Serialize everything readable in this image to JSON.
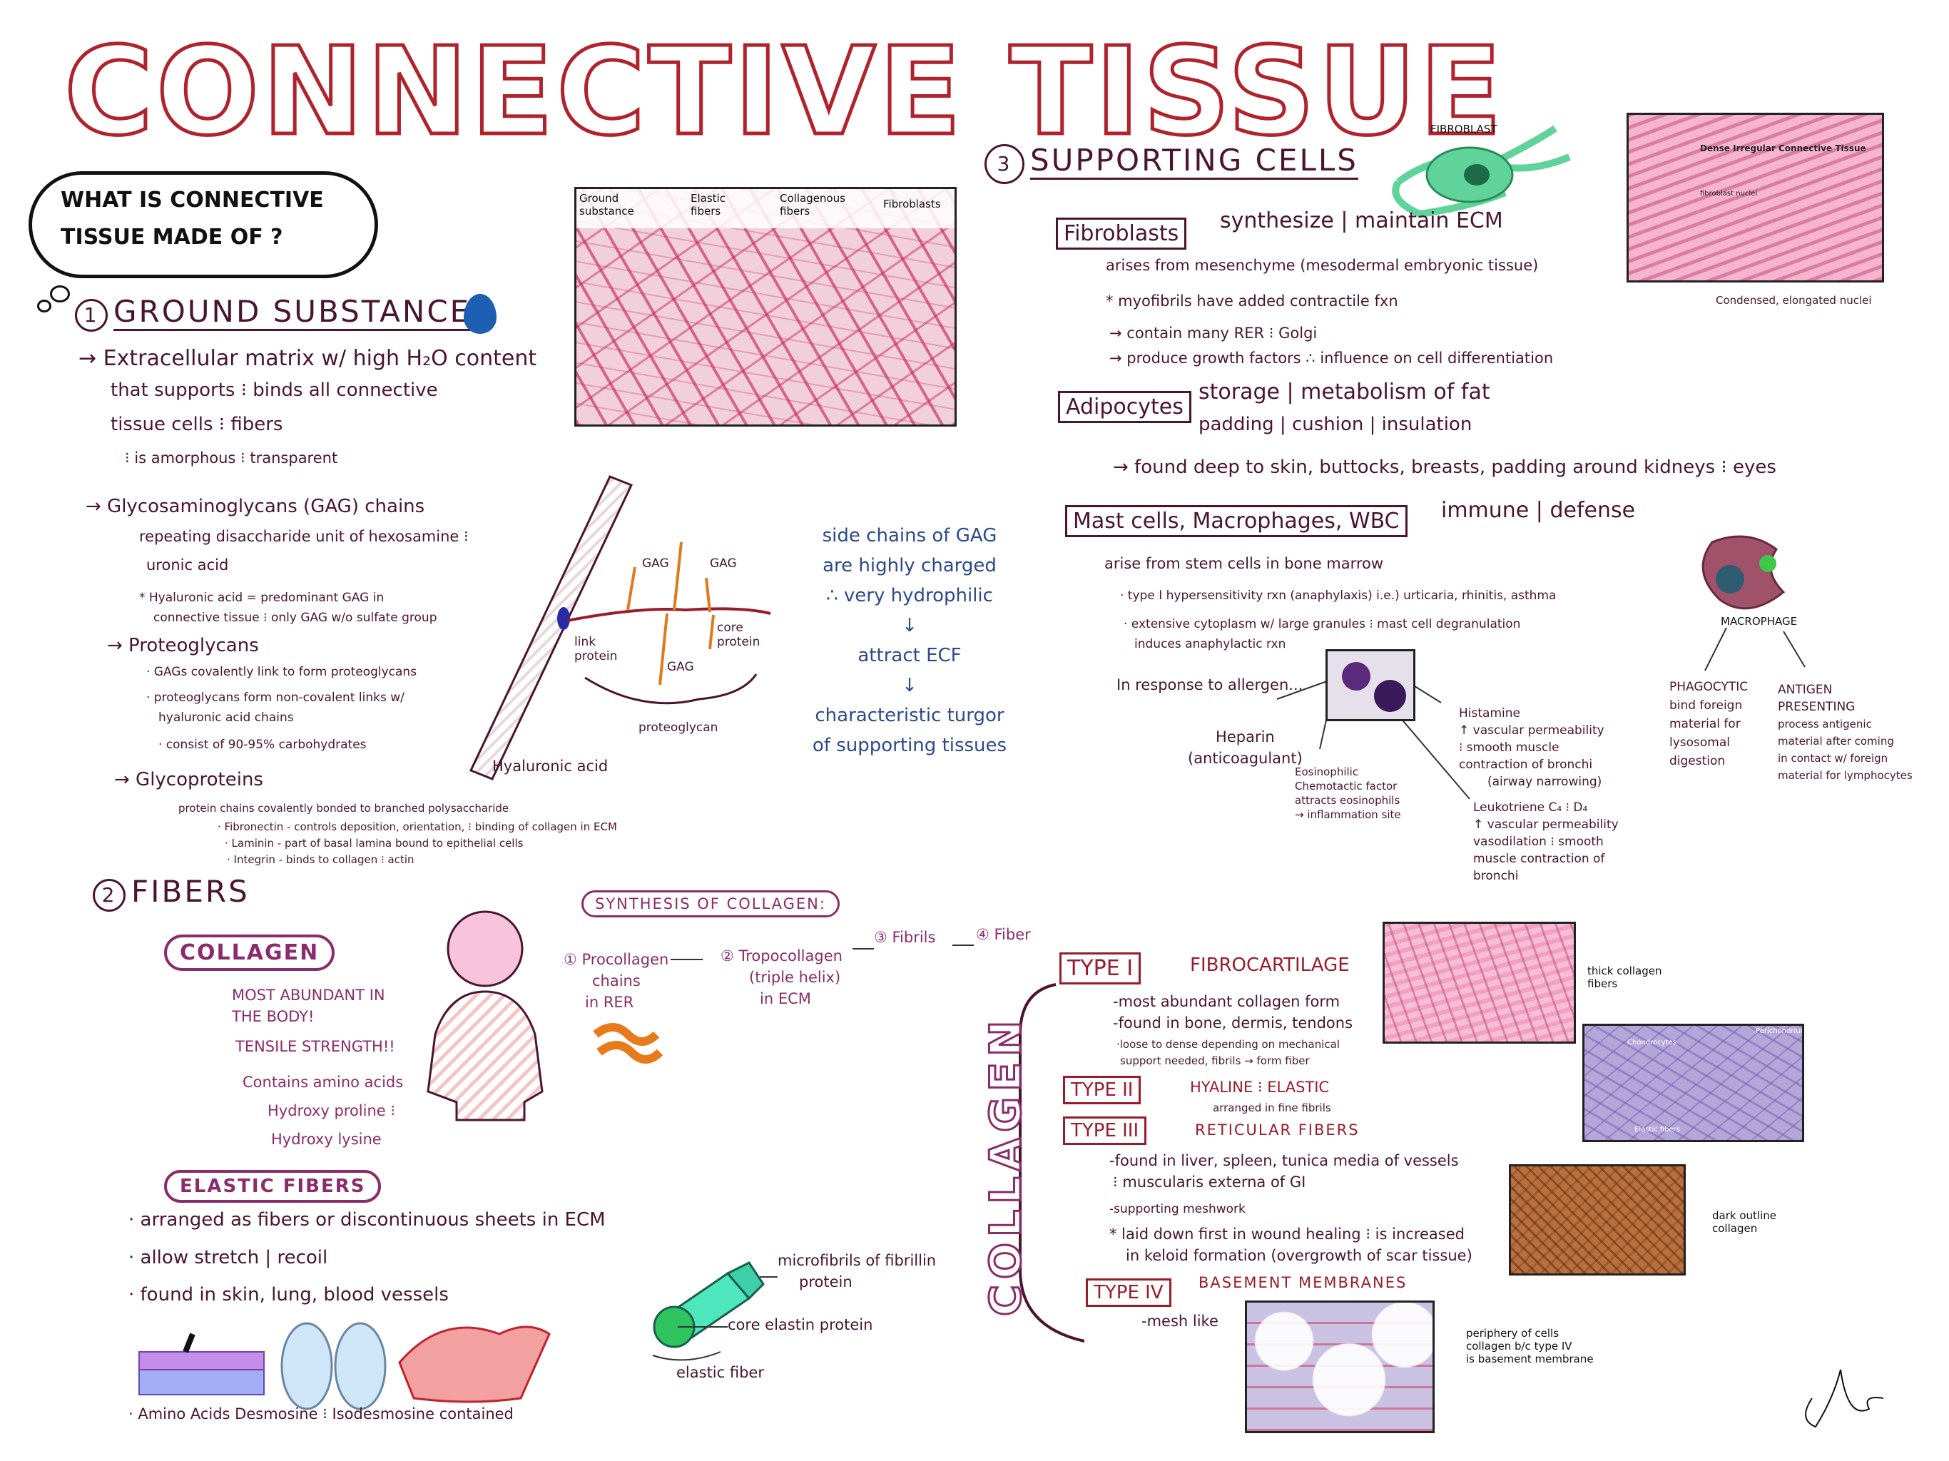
{
  "title": "CONNECTIVE TISSUE",
  "question": {
    "line1": "WHAT IS CONNECTIVE",
    "line2": "TISSUE MADE OF ?"
  },
  "ground": {
    "num": "1",
    "heading": "GROUND SUBSTANCE",
    "l1": "→ Extracellular matrix w/ high H₂O content",
    "l2": "that supports ⁝ binds all connective",
    "l3": "tissue cells ⁝ fibers",
    "l4": "⁝ is amorphous ⁝ transparent",
    "gag_head": "→ Glycosaminoglycans (GAG) chains",
    "gag1": "repeating disaccharide unit of hexosamine ⁝",
    "gag2": "uronic acid",
    "gag3": "* Hyaluronic acid = predominant GAG in",
    "gag4": "connective tissue ⁝ only GAG w/o sulfate group",
    "pg_head": "→ Proteoglycans",
    "pg1": "· GAGs covalently link to form proteoglycans",
    "pg2": "· proteoglycans form non-covalent links w/",
    "pg3": "hyaluronic acid chains",
    "pg4": "· consist of 90-95% carbohydrates",
    "gp_head": "→ Glycoproteins",
    "gp1": "protein chains covalently bonded to branched polysaccharide",
    "gp2": "· Fibronectin - controls deposition, orientation, ⁝ binding of collagen in ECM",
    "gp3": "· Laminin - part of basal lamina bound to epithelial cells",
    "gp4": "· Integrin - binds to collagen ⁝ actin",
    "micro_labels": [
      "Ground substance",
      "Elastic fibers",
      "Collagenous fibers",
      "Fibroblasts"
    ],
    "diagram": {
      "gag": "GAG",
      "core": "core protein",
      "link": "link protein",
      "pg": "proteoglycan",
      "ha": "Hyaluronic acid"
    },
    "side": [
      "side chains of GAG",
      "are highly charged",
      "∴ very hydrophilic",
      "↓",
      "attract ECF",
      "↓",
      "characteristic turgor",
      "of supporting tissues"
    ]
  },
  "fibers": {
    "num": "2",
    "heading": "FIBERS",
    "collagen": "COLLAGEN",
    "c1": "MOST ABUNDANT IN",
    "c2": "THE BODY!",
    "c3": "TENSILE STRENGTH!!",
    "c4": "Contains amino acids",
    "c5": "Hydroxy proline ⁝",
    "c6": "Hydroxy lysine",
    "synthesis": "SYNTHESIS OF COLLAGEN:",
    "s1a": "① Procollagen",
    "s1b": "chains",
    "s1c": "in RER",
    "s2a": "② Tropocollagen",
    "s2b": "(triple helix)",
    "s2c": "in ECM",
    "s3": "③ Fibrils",
    "s4": "④ Fiber",
    "elastic": "ELASTIC FIBERS",
    "e1": "· arranged as fibers or discontinuous sheets in ECM",
    "e2": "· allow stretch | recoil",
    "e3": "· found in skin, lung, blood vessels",
    "e4": "· Amino Acids Desmosine ⁝ Isodesmosine contained",
    "ef1": "microfibrils of fibrillin",
    "ef2": "protein",
    "ef3": "core elastin protein",
    "ef4": "elastic fiber"
  },
  "support": {
    "num": "3",
    "heading": "SUPPORTING CELLS",
    "fibroblast_label": "FIBROBLAST",
    "fb_box": "Fibroblasts",
    "fb_role": "synthesize | maintain ECM",
    "fb1": "arises from mesenchyme (mesodermal embryonic tissue)",
    "fb2": "* myofibrils have added contractile fxn",
    "fb3": "→ contain many RER ⁝ Golgi",
    "fb4": "→ produce growth factors ∴ influence on cell differentiation",
    "micro_title": "Dense Irregular Connective Tissue",
    "micro_nuclei": "fibroblast nuclei",
    "nuclei": "Condensed, elongated nuclei",
    "ad_box": "Adipocytes",
    "ad_role1": "storage | metabolism of fat",
    "ad_role2": "padding | cushion | insulation",
    "ad1": "→ found deep to skin, buttocks, breasts, padding around kidneys ⁝ eyes",
    "mc_box": "Mast cells, Macrophages, WBC",
    "mc_role": "immune | defense",
    "mc1": "arise from stem cells in bone marrow",
    "mc2": "· type I hypersensitivity rxn (anaphylaxis) i.e.) urticaria, rhinitis, asthma",
    "mc3": "· extensive cytoplasm w/ large granules ⁝ mast cell degranulation",
    "mc4": "induces anaphylactic rxn",
    "allergen": "In response to allergen...",
    "heparin1": "Heparin",
    "heparin2": "(anticoagulant)",
    "eos": [
      "Eosinophilic",
      "Chemotactic factor",
      "attracts eosinophils",
      "→ inflammation site"
    ],
    "hist": [
      "Histamine",
      "↑ vascular permeability",
      "⁝ smooth muscle",
      "contraction of bronchi",
      "(airway narrowing)"
    ],
    "leuk": [
      "Leukotriene C₄ ⁝ D₄",
      "↑ vascular permeability",
      "vasodilation ⁝ smooth",
      "muscle contraction of",
      "bronchi"
    ],
    "macrophage": "MACROPHAGE",
    "phag": [
      "PHAGOCYTIC",
      "bind foreign",
      "material for",
      "lysosomal",
      "digestion"
    ],
    "anti": [
      "ANTIGEN",
      "PRESENTING",
      "process antigenic",
      "material after coming",
      "in contact w/ foreign",
      "material for lymphocytes"
    ]
  },
  "types": {
    "side": "COLLAGEN",
    "t1": "TYPE I",
    "t1r": "FIBROCARTILAGE",
    "t1a": "-most abundant collagen form",
    "t1b": "-found in bone, dermis, tendons",
    "t1c": "·loose to dense depending on mechanical",
    "t1d": "support needed, fibrils → form fiber",
    "t1img": [
      "thick collagen",
      "fibers"
    ],
    "t2": "TYPE II",
    "t2r": "HYALINE ⁝ ELASTIC",
    "t2s": "arranged in fine fibrils",
    "t2img": [
      "Chondrocytes",
      "Perichondrium",
      "Elastic fibers"
    ],
    "t3": "TYPE III",
    "t3r": "RETICULAR FIBERS",
    "t3a": "-found in liver, spleen, tunica media of vessels",
    "t3b": "⁝ muscularis externa of GI",
    "t3c": "-supporting meshwork",
    "t3d": "* laid down first in wound healing ⁝ is increased",
    "t3e": "in keloid formation (overgrowth of scar tissue)",
    "t3img": [
      "dark outline",
      "collagen"
    ],
    "t4": "TYPE IV",
    "t4r": "BASEMENT MEMBRANES",
    "t4a": "-mesh like",
    "t4img": [
      "periphery of cells",
      "collagen b/c type IV",
      "is basement membrane"
    ]
  },
  "colors": {
    "title": "#b0232d",
    "ink": "#4a1530",
    "pink": "#8a2c6b",
    "blue": "#2d4a8a",
    "fibroblast": "#5fd39a"
  }
}
